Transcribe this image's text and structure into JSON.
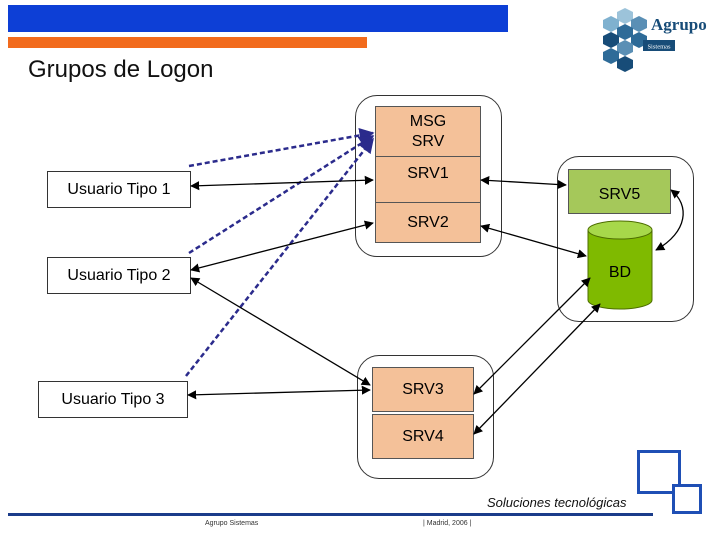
{
  "title": "Grupos de Logon",
  "logo": {
    "brand": "Agrupo",
    "sub": "Sistemas",
    "hex_colors": [
      "#5a8fb5",
      "#2e6b98",
      "#7fb1cf",
      "#174c78",
      "#9cc3da"
    ]
  },
  "users": [
    {
      "label": "Usuario Tipo 1"
    },
    {
      "label": "Usuario Tipo 2"
    },
    {
      "label": "Usuario Tipo 3"
    }
  ],
  "group_top": {
    "msg_line1": "MSG",
    "msg_line2": "SRV",
    "srv1": "SRV1",
    "srv2": "SRV2"
  },
  "group_bottom": {
    "srv3": "SRV3",
    "srv4": "SRV4"
  },
  "db_group": {
    "srv5": "SRV5",
    "bd": "BD"
  },
  "footer": {
    "tagline": "Soluciones tecnológicas",
    "left": "Agrupo Sistemas",
    "mid": "| Madrid, 2006 |"
  },
  "colors": {
    "header_blue": "#0d3fd6",
    "header_orange": "#f26b1d",
    "server_fill": "#f4c199",
    "srv5_fill": "#a5c85a",
    "db_fill": "#7fba00",
    "dashed_line": "#2b2b8c"
  }
}
